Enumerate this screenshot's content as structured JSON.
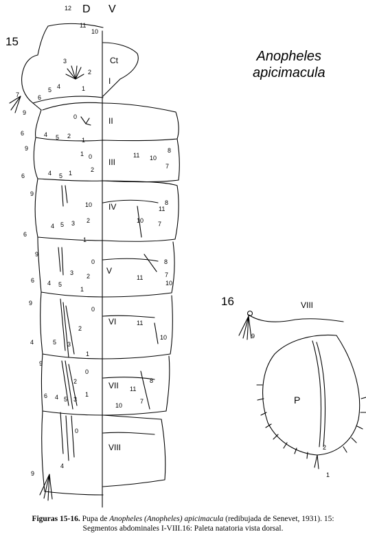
{
  "fig15": {
    "number": "15",
    "side_dorsal": "D",
    "side_ventral": "V",
    "cephalothorax": "Ct",
    "segments": [
      "I",
      "II",
      "III",
      "IV",
      "V",
      "VI",
      "VII",
      "VIII"
    ],
    "setae": [
      "12",
      "11",
      "10",
      "3",
      "2",
      "5",
      "4",
      "1",
      "7",
      "6",
      "9",
      "0",
      "6",
      "4",
      "5",
      "2",
      "1",
      "9",
      "11",
      "10",
      "8",
      "1",
      "0",
      "7",
      "2",
      "6",
      "4",
      "5",
      "1",
      "9",
      "10",
      "11",
      "8",
      "4",
      "5",
      "3",
      "2",
      "10",
      "7",
      "6",
      "9",
      "1",
      "0",
      "6",
      "4",
      "5",
      "3",
      "2",
      "8",
      "11",
      "7",
      "10",
      "9",
      "1",
      "0",
      "11",
      "10",
      "2",
      "5",
      "4",
      "1",
      "3",
      "9",
      "2",
      "0",
      "8",
      "11",
      "7",
      "6",
      "4",
      "5",
      "3",
      "1",
      "10",
      "0",
      "9",
      "4"
    ]
  },
  "fig16": {
    "number": "16",
    "segment": "VIII",
    "paddle": "P",
    "setae": [
      "9",
      "2",
      "1"
    ]
  },
  "species": {
    "line1": "Anopheles",
    "line2": "apicimacula"
  },
  "caption": {
    "label": "Figuras 15-16.",
    "text1": " Pupa de ",
    "taxon": "Anopheles (Anopheles) apicimacula",
    "text2": " (redibujada de Senevet, 1931). 15:",
    "line2": "Segmentos abdominales I-VIII.16: Paleta natatoria vista dorsal."
  }
}
